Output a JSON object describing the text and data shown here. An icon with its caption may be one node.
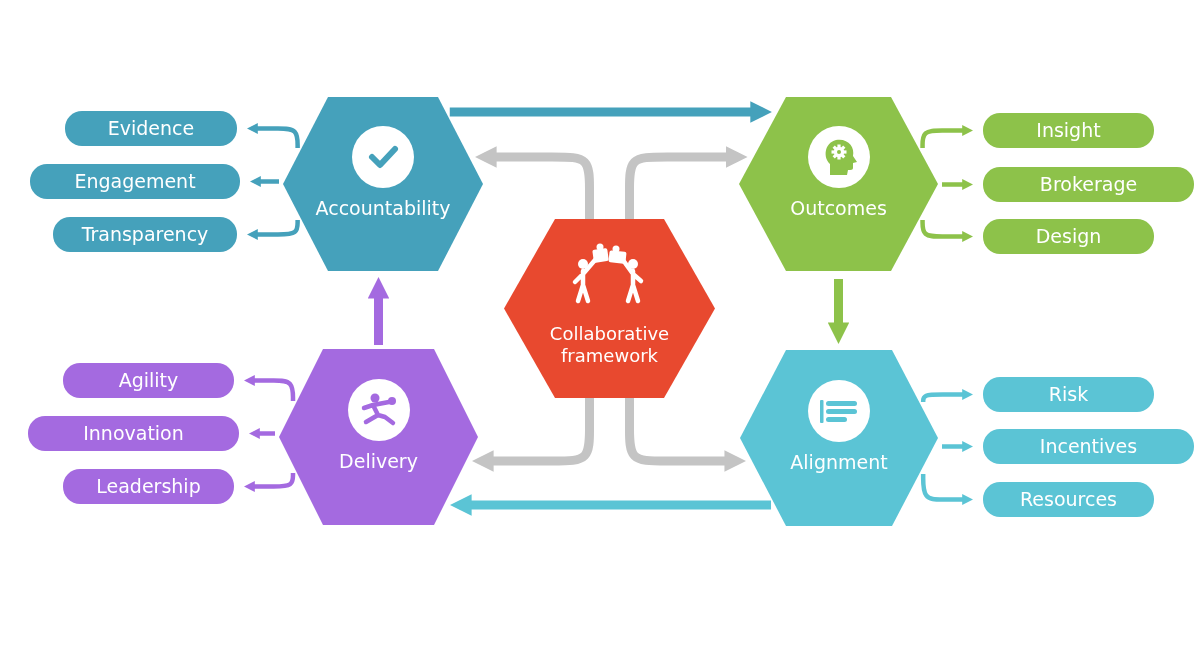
{
  "diagram": {
    "nodes": [
      {
        "text": [
          "Accountability"
        ]
      },
      {
        "text": [
          "Evidence"
        ]
      },
      {
        "text": [
          "Engagement"
        ]
      },
      {
        "text": [
          "Transparency"
        ]
      },
      {
        "text": [
          "Outcomes"
        ]
      },
      {
        "text": [
          "Insight"
        ]
      },
      {
        "text": [
          "Brokerage"
        ]
      },
      {
        "text": [
          "Design"
        ]
      },
      {
        "text": [
          "Collaborative framework"
        ]
      },
      {
        "text": [
          "Delivery"
        ]
      },
      {
        "text": [
          "Agility"
        ]
      },
      {
        "text": [
          "Innovation"
        ]
      },
      {
        "text": [
          "Leadership"
        ]
      },
      {
        "text": [
          "Alignment"
        ]
      },
      {
        "text": [
          "Risk"
        ]
      },
      {
        "text": [
          "Incentives"
        ]
      },
      {
        "text": [
          "Resources"
        ]
      }
    ],
    "edges": [
      {
        "from": 0,
        "to": 1,
        "arrow": "to",
        "color": "#45a1bb"
      },
      {
        "from": 0,
        "to": 2,
        "arrow": "to",
        "color": "#45a1bb"
      },
      {
        "from": 0,
        "to": 3,
        "arrow": "to",
        "color": "#45a1bb"
      },
      {
        "from": 4,
        "to": 5,
        "arrow": "to",
        "color": "#8dc24a"
      },
      {
        "from": 4,
        "to": 6,
        "arrow": "to",
        "color": "#8dc24a"
      },
      {
        "from": 4,
        "to": 7,
        "arrow": "to",
        "color": "#8dc24a"
      },
      {
        "from": 13,
        "to": 14,
        "arrow": "to",
        "color": "#5bc4d5"
      },
      {
        "from": 13,
        "to": 15,
        "arrow": "to",
        "color": "#5bc4d5"
      },
      {
        "from": 13,
        "to": 16,
        "arrow": "to",
        "color": "#5bc4d5"
      },
      {
        "from": 9,
        "to": 10,
        "arrow": "to",
        "color": "#a46ae0"
      },
      {
        "from": 9,
        "to": 11,
        "arrow": "to",
        "color": "#a46ae0"
      },
      {
        "from": 9,
        "to": 12,
        "arrow": "to",
        "color": "#a46ae0"
      },
      {
        "from": 8,
        "to": 0,
        "arrow": "to",
        "style": "thick",
        "color": "#c4c4c4"
      },
      {
        "from": 8,
        "to": 4,
        "arrow": "to",
        "style": "thick",
        "color": "#c4c4c4"
      },
      {
        "from": 8,
        "to": 9,
        "arrow": "to",
        "style": "thick",
        "color": "#c4c4c4"
      },
      {
        "from": 8,
        "to": 13,
        "arrow": "to",
        "style": "thick",
        "color": "#c4c4c4"
      },
      {
        "from": 0,
        "to": 4,
        "arrow": "to",
        "style": "thick",
        "color": "#45a1bb"
      },
      {
        "from": 4,
        "to": 13,
        "arrow": "to",
        "style": "thick",
        "color": "#8dc24a"
      },
      {
        "from": 13,
        "to": 9,
        "arrow": "to",
        "style": "thick",
        "color": "#5bc4d5"
      },
      {
        "from": 9,
        "to": 0,
        "arrow": "to",
        "style": "thick",
        "color": "#a46ae0"
      }
    ]
  }
}
